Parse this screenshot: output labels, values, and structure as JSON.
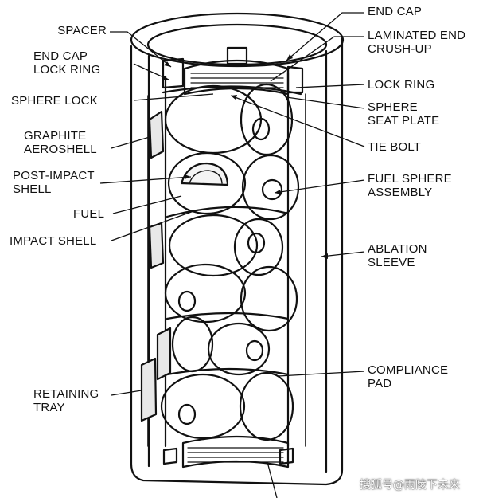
{
  "labels_left": {
    "spacer": "SPACER",
    "end_cap_lock_ring": [
      "END CAP",
      "LOCK RING"
    ],
    "sphere_lock": "SPHERE LOCK",
    "graphite_aeroshell": [
      "GRAPHITE",
      "AEROSHELL"
    ],
    "post_impact_shell": [
      "POST-IMPACT",
      "SHELL"
    ],
    "fuel": "FUEL",
    "impact_shell": "IMPACT SHELL",
    "retaining_tray": [
      "RETAINING",
      "TRAY"
    ]
  },
  "labels_right": {
    "end_cap": "END CAP",
    "laminated_end_crush_up": [
      "LAMINATED END",
      "CRUSH-UP"
    ],
    "lock_ring": "LOCK RING",
    "sphere_seat_plate": [
      "SPHERE",
      "SEAT PLATE"
    ],
    "tie_bolt": "TIE BOLT",
    "fuel_sphere_assembly": [
      "FUEL SPHERE",
      "ASSEMBLY"
    ],
    "ablation_sleeve": [
      "ABLATION",
      "SLEEVE"
    ],
    "compliance_pad": [
      "COMPLIANCE",
      "PAD"
    ]
  },
  "watermark": "搜狐号@雨陵下未来",
  "colors": {
    "ink": "#111111",
    "paper": "#ffffff",
    "shade": "#e8e8e8"
  }
}
